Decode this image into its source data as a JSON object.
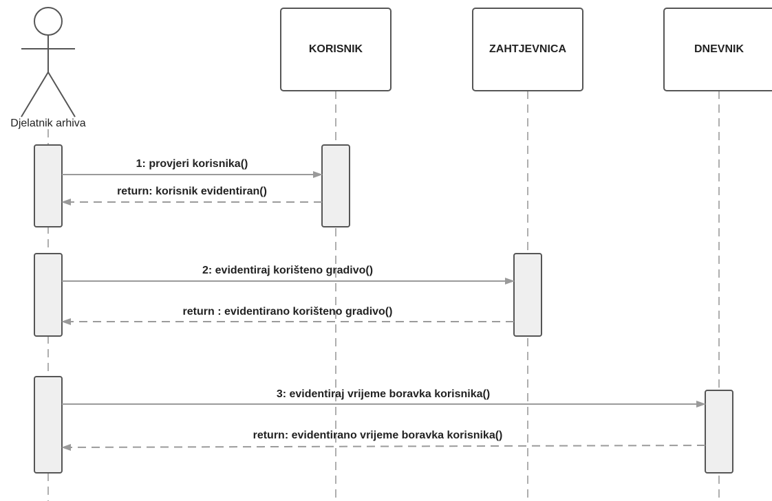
{
  "actor": {
    "name": "Djelatnik arhiva"
  },
  "participants": [
    {
      "name": "KORISNIK"
    },
    {
      "name": "ZAHTJEVNICA"
    },
    {
      "name": "DNEVNIK"
    }
  ],
  "messages": [
    {
      "label": "1: provjeri korisnika()",
      "type": "call"
    },
    {
      "label": "return: korisnik evidentiran()",
      "type": "return"
    },
    {
      "label": "2: evidentiraj korišteno gradivo()",
      "type": "call"
    },
    {
      "label": "return : evidentirano korišteno gradivo()",
      "type": "return"
    },
    {
      "label": "3: evidentiraj vrijeme boravka korisnika()",
      "type": "call"
    },
    {
      "label": "return: evidentirano vrijeme boravka korisnika()",
      "type": "return"
    }
  ],
  "colors": {
    "box_stroke": "#555555",
    "line": "#9a9a9a",
    "activation_fill": "#efefef",
    "text": "#222222"
  }
}
